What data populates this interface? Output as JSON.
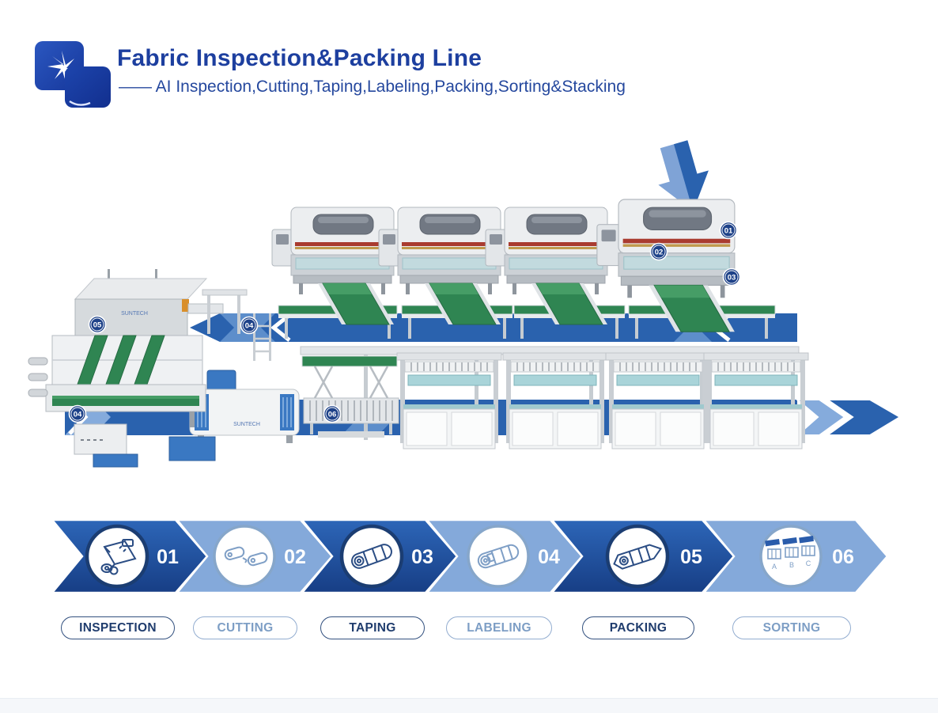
{
  "header": {
    "title": "Fabric Inspection&Packing Line",
    "subtitle": "—— AI Inspection,Cutting,Taping,Labeling,Packing,Sorting&Stacking"
  },
  "diagram": {
    "machine_brand": "SUNTECH",
    "badges": [
      {
        "label": "01"
      },
      {
        "label": "02"
      },
      {
        "label": "03"
      },
      {
        "label": "04"
      },
      {
        "label": "05"
      },
      {
        "label": "04"
      },
      {
        "label": "06"
      }
    ]
  },
  "process_flow": {
    "steps": [
      {
        "number": "01",
        "name": "INSPECTION",
        "tone": "dark",
        "icon": "fabric-inspection-icon"
      },
      {
        "number": "02",
        "name": "CUTTING",
        "tone": "light",
        "icon": "roll-cutting-icon"
      },
      {
        "number": "03",
        "name": "TAPING",
        "tone": "dark",
        "icon": "taped-roll-icon"
      },
      {
        "number": "04",
        "name": "LABELING",
        "tone": "light",
        "icon": "labeled-roll-icon"
      },
      {
        "number": "05",
        "name": "PACKING",
        "tone": "dark",
        "icon": "packed-roll-icon"
      },
      {
        "number": "06",
        "name": "SORTING",
        "tone": "light",
        "icon": "sorted-stacks-icon",
        "sort_labels": [
          "A",
          "B",
          "C"
        ]
      }
    ]
  },
  "colors": {
    "title_blue": "#1d3f9f",
    "dark_arrow": "#1f4f9f",
    "light_arrow": "#84a9da",
    "band_blue": "#2a62ae",
    "badge_navy": "#1e4289",
    "conveyor_green": "#2f8552"
  }
}
